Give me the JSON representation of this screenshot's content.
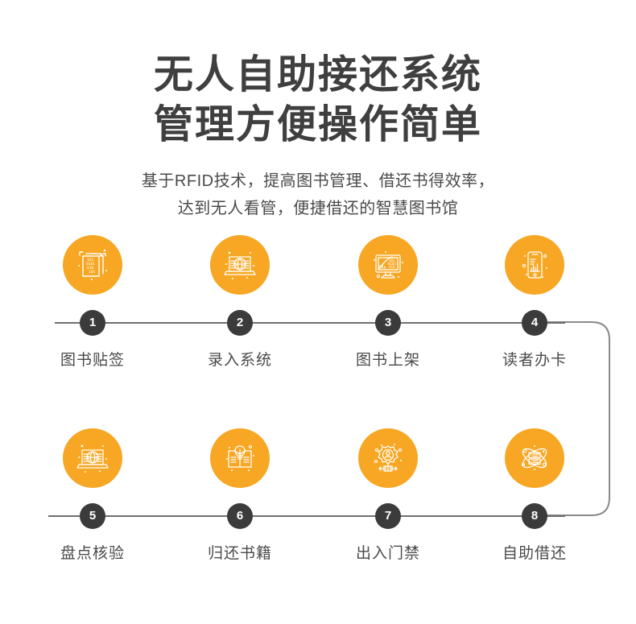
{
  "header": {
    "title_line_1": "无人自助接还系统",
    "title_line_2": "管理方便操作简单",
    "subtitle_line_1": "基于RFID技术，提高图书管理、借还书得效率，",
    "subtitle_line_2": "达到无人看管，便捷借还的智慧图书馆"
  },
  "colors": {
    "accent_orange": "#f7a723",
    "badge_dark": "#3b3b3b",
    "rail_gray": "#6f6f6f",
    "text_dark": "#3f3f3f",
    "text_body": "#4a4a4a",
    "background": "#ffffff"
  },
  "flow": {
    "row_1": [
      {
        "number": "1",
        "label": "图书贴签",
        "icon": "binary-document-icon"
      },
      {
        "number": "2",
        "label": "录入系统",
        "icon": "laptop-globe-icon"
      },
      {
        "number": "3",
        "label": "图书上架",
        "icon": "monitor-chart-icon"
      },
      {
        "number": "4",
        "label": "读者办卡",
        "icon": "smartphone-chart-icon"
      }
    ],
    "row_2": [
      {
        "number": "5",
        "label": "盘点核验",
        "icon": "laptop-globe-icon"
      },
      {
        "number": "6",
        "label": "归还书籍",
        "icon": "book-lightbulb-icon"
      },
      {
        "number": "7",
        "label": "出入门禁",
        "icon": "gear-person-icon"
      },
      {
        "number": "8",
        "label": "自助借还",
        "icon": "atom-database-icon"
      }
    ]
  }
}
